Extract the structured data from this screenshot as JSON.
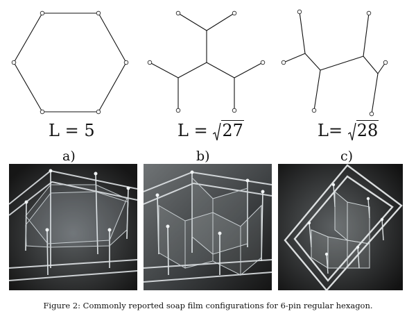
{
  "panels": [
    {
      "id": "a",
      "formula_prefix": "L = ",
      "formula_value": "5",
      "radical": false,
      "sublabel": "a)"
    },
    {
      "id": "b",
      "formula_prefix": "L = ",
      "formula_value": "27",
      "radical": true,
      "sublabel": "b)"
    },
    {
      "id": "c",
      "formula_prefix": "L= ",
      "formula_value": "28",
      "radical": true,
      "sublabel": "c)"
    }
  ],
  "caption": "Figure 2: Commonly reported soap film configurations for 6-pin regular hexagon.",
  "colors": {
    "ink": "#111111",
    "photo_background": "#1b1b1b",
    "glass": "#e8ecef"
  }
}
